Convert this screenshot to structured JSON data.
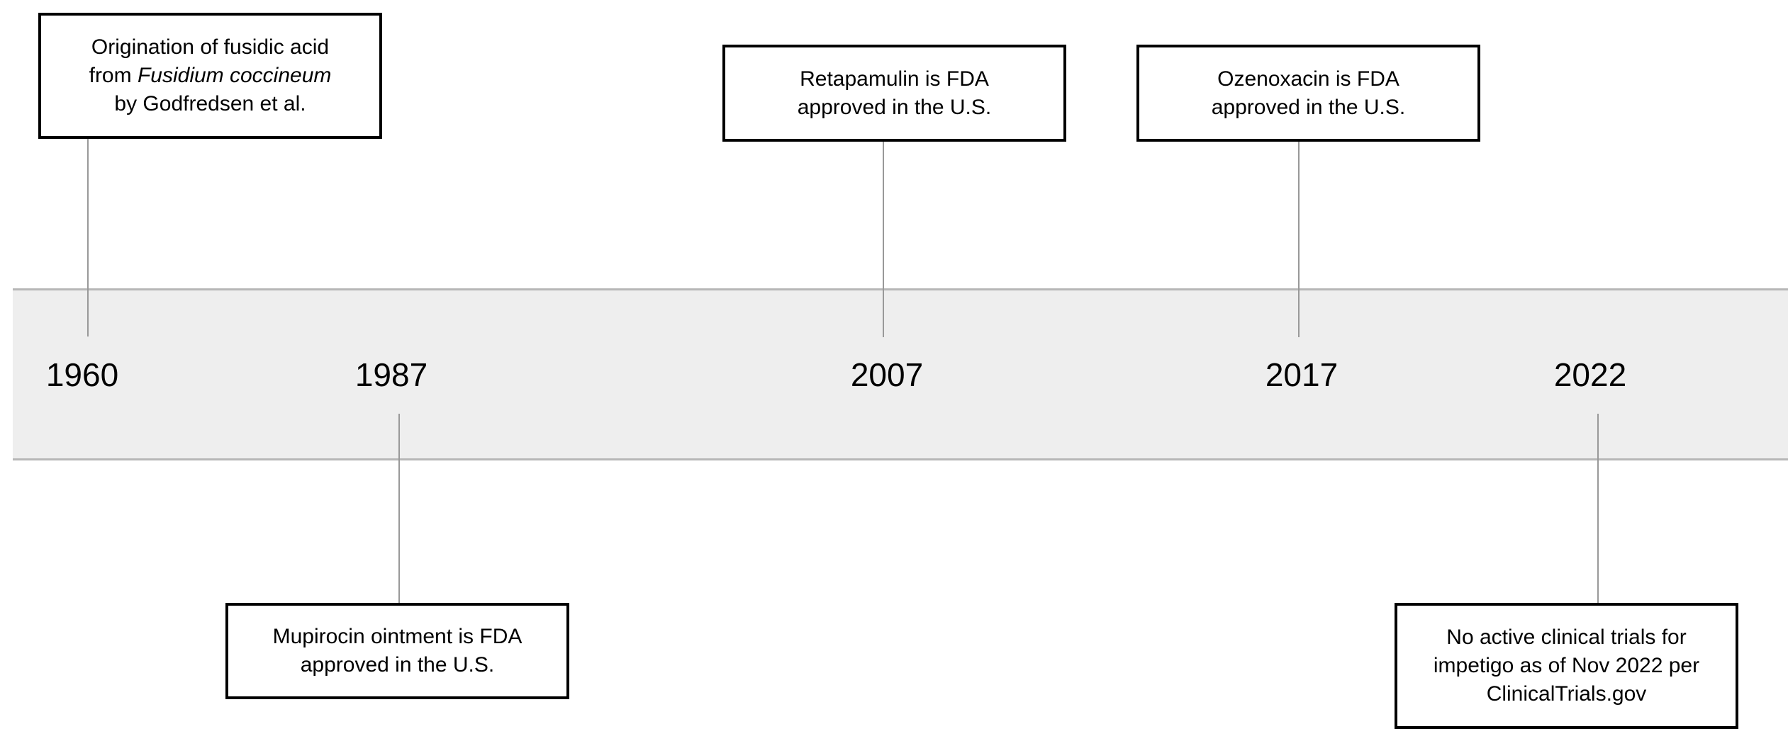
{
  "timeline": {
    "years": [
      "1960",
      "1987",
      "2007",
      "2017",
      "2022"
    ],
    "events": [
      {
        "year": "1960",
        "line1": "Origination of fusidic acid",
        "line2_prefix": "from ",
        "line2_organism": "Fusidium coccineum",
        "line3": "by Godfredsen et al."
      },
      {
        "year": "1987",
        "line1": "Mupirocin ointment is FDA",
        "line2": "approved in the U.S."
      },
      {
        "year": "2007",
        "line1": "Retapamulin is FDA",
        "line2": "approved in the U.S."
      },
      {
        "year": "2017",
        "line1": "Ozenoxacin is FDA",
        "line2": "approved in the U.S."
      },
      {
        "year": "2022",
        "line1": "No active clinical trials for",
        "line2": "impetigo as of Nov 2022 per",
        "line3": "ClinicalTrials.gov"
      }
    ]
  }
}
